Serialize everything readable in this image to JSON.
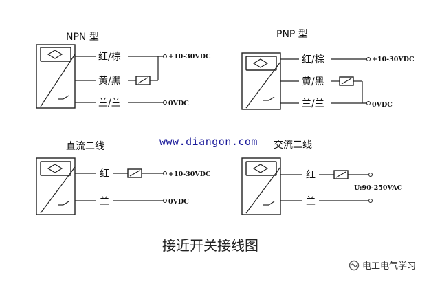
{
  "diagrams": {
    "npn": {
      "title": "NPN 型",
      "wire1": "红/棕",
      "wire2": "黄/黑",
      "wire3": "兰/兰",
      "v_pos": "+10-30VDC",
      "v_zero": "0VDC"
    },
    "pnp": {
      "title": "PNP 型",
      "wire1": "红/棕",
      "wire2": "黄/黑",
      "wire3": "兰/兰",
      "v_pos": "+10-30VDC",
      "v_zero": "0VDC"
    },
    "dc2": {
      "title": "直流二线",
      "wire1": "红",
      "wire2": "兰",
      "v_pos": "+10-30VDC",
      "v_zero": "0VDC"
    },
    "ac2": {
      "title": "交流二线",
      "wire1": "红",
      "wire2": "兰",
      "v_ac": "U:90-250VAC"
    }
  },
  "watermark": "www.diangon.com",
  "caption": "接近开关接线图",
  "brand": "电工电气学习",
  "icons": {
    "brand": "wechat-channel-icon"
  }
}
